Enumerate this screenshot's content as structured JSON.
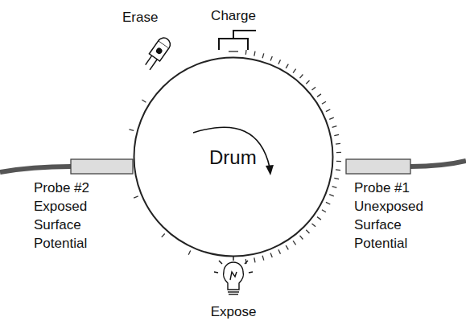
{
  "diagram": {
    "nodes": [
      {
        "text": [
          "Drum"
        ]
      }
    ],
    "labels": [
      "Charge",
      "Erase",
      "Probe #2",
      "Exposed",
      "Surface",
      "Potential",
      "Probe #1",
      "Unexposed",
      "Surface",
      "Potential",
      "Expose"
    ]
  }
}
